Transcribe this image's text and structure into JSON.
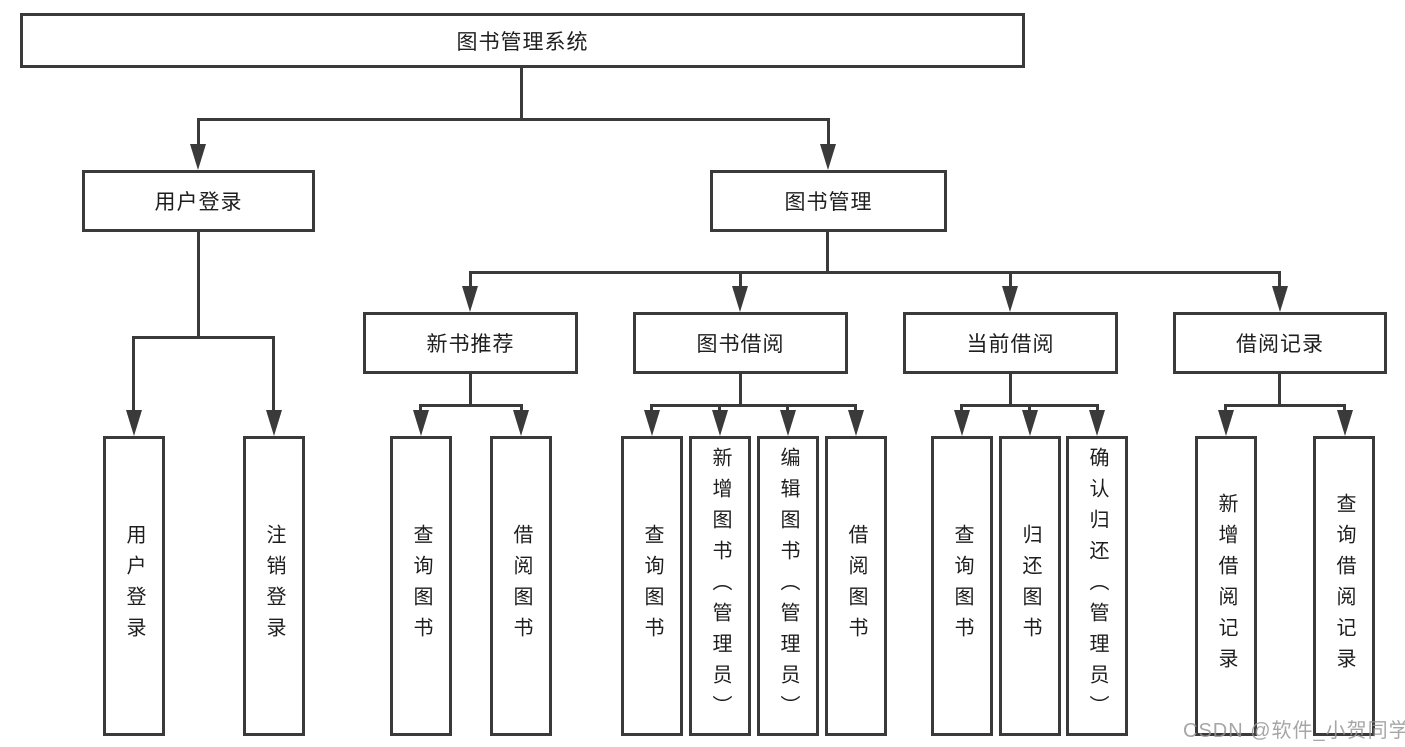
{
  "diagram": {
    "title": "图书管理系统",
    "root": {
      "label": "图书管理系统"
    },
    "level2": {
      "user_login": {
        "label": "用户登录"
      },
      "book_management": {
        "label": "图书管理"
      }
    },
    "level3": {
      "new_book_recommend": {
        "label": "新书推荐"
      },
      "book_borrow": {
        "label": "图书借阅"
      },
      "current_borrow": {
        "label": "当前借阅"
      },
      "borrow_records": {
        "label": "借阅记录"
      }
    },
    "leaves": {
      "user_login": [
        "用户登录",
        "注销登录"
      ],
      "new_book_recommend": [
        "查询图书",
        "借阅图书"
      ],
      "book_borrow": [
        "查询图书",
        "新增图书（管理员）",
        "编辑图书（管理员）",
        "借阅图书"
      ],
      "current_borrow": [
        "查询图书",
        "归还图书",
        "确认归还（管理员）"
      ],
      "borrow_records": [
        "新增借阅记录",
        "查询借阅记录"
      ]
    }
  },
  "watermark": "CSDN @软件_小贺同学",
  "colors": {
    "line": "#3a3a3a",
    "text": "#1e1e1e",
    "background": "#ffffff",
    "watermark": "#969696"
  }
}
